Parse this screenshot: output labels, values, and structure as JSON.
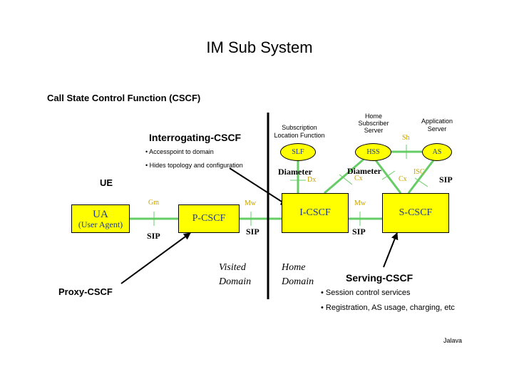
{
  "title": "IM Sub System",
  "subtitle": "Call State Control Function (CSCF)",
  "ue_label": "UE",
  "nodes": {
    "ua": {
      "name": "UA",
      "sub": "(User Agent)"
    },
    "pcscf": "P-CSCF",
    "icscf": "I-CSCF",
    "scscf": "S-CSCF",
    "slf": "SLF",
    "hss": "HSS",
    "as": "AS"
  },
  "node_captions": {
    "slf": [
      "Subscription",
      "Location Function"
    ],
    "hss": [
      "Home",
      "Subscriber",
      "Server"
    ],
    "as": [
      "Application",
      "Server"
    ]
  },
  "interfaces": {
    "gm": "Gm",
    "mw1": "Mw",
    "mw2": "Mw",
    "dx": "Dx",
    "cx1": "Cx",
    "cx2": "Cx",
    "sh": "Sh",
    "isc": "ISC"
  },
  "protocols": {
    "sip_gm": "SIP",
    "sip_mw1": "SIP",
    "sip_mw2": "SIP",
    "sip_isc": "SIP",
    "diameter1": "Diameter",
    "diameter2": "Diameter"
  },
  "interrogating": {
    "heading": "Interrogating-CSCF",
    "bullets": [
      "• Accesspoint to domain",
      "• Hides topology and configuration"
    ]
  },
  "serving": {
    "heading": "Serving-CSCF",
    "bullets": [
      "• Session control services",
      "• Registration, AS usage, charging, etc"
    ]
  },
  "proxy_heading": "Proxy-CSCF",
  "domains": {
    "visited": [
      "Visited",
      "Domain"
    ],
    "home": [
      "Home",
      "Domain"
    ]
  },
  "footer": "Jalava",
  "colors": {
    "box_fill": "#ffff00",
    "link": "#66cc66",
    "node_text": "#1f3a8a",
    "iface_text": "#c8a200"
  }
}
